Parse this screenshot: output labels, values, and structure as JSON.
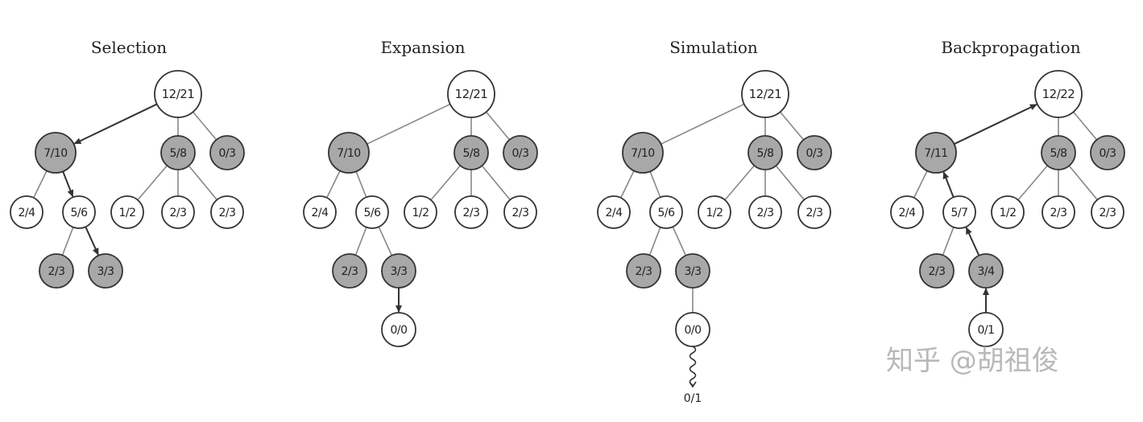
{
  "watermark": "知乎 @胡祖俊",
  "colors": {
    "unvisited_fill": "#ffffff",
    "visited_fill": "#a8a8a8",
    "stroke": "#333333",
    "edge": "#888888",
    "arrow": "#333333"
  },
  "panels": [
    {
      "title": "Selection",
      "nodes": [
        {
          "id": "root",
          "label": "12/21",
          "shade": "white"
        },
        {
          "id": "a",
          "label": "7/10",
          "shade": "gray"
        },
        {
          "id": "b",
          "label": "5/8",
          "shade": "gray"
        },
        {
          "id": "c",
          "label": "0/3",
          "shade": "gray"
        },
        {
          "id": "a1",
          "label": "2/4",
          "shade": "white"
        },
        {
          "id": "a2",
          "label": "5/6",
          "shade": "white"
        },
        {
          "id": "b1",
          "label": "1/2",
          "shade": "white"
        },
        {
          "id": "b2",
          "label": "2/3",
          "shade": "white"
        },
        {
          "id": "b3",
          "label": "2/3",
          "shade": "white"
        },
        {
          "id": "a2a",
          "label": "2/3",
          "shade": "gray"
        },
        {
          "id": "a2b",
          "label": "3/3",
          "shade": "gray"
        }
      ],
      "arrows": [
        [
          "root",
          "a"
        ],
        [
          "a",
          "a2"
        ],
        [
          "a2",
          "a2b"
        ]
      ]
    },
    {
      "title": "Expansion",
      "nodes": [
        {
          "id": "root",
          "label": "12/21",
          "shade": "white"
        },
        {
          "id": "a",
          "label": "7/10",
          "shade": "gray"
        },
        {
          "id": "b",
          "label": "5/8",
          "shade": "gray"
        },
        {
          "id": "c",
          "label": "0/3",
          "shade": "gray"
        },
        {
          "id": "a1",
          "label": "2/4",
          "shade": "white"
        },
        {
          "id": "a2",
          "label": "5/6",
          "shade": "white"
        },
        {
          "id": "b1",
          "label": "1/2",
          "shade": "white"
        },
        {
          "id": "b2",
          "label": "2/3",
          "shade": "white"
        },
        {
          "id": "b3",
          "label": "2/3",
          "shade": "white"
        },
        {
          "id": "a2a",
          "label": "2/3",
          "shade": "gray"
        },
        {
          "id": "a2b",
          "label": "3/3",
          "shade": "gray"
        },
        {
          "id": "new",
          "label": "0/0",
          "shade": "white"
        }
      ],
      "arrows": [
        [
          "a2b",
          "new"
        ]
      ]
    },
    {
      "title": "Simulation",
      "nodes": [
        {
          "id": "root",
          "label": "12/21",
          "shade": "white"
        },
        {
          "id": "a",
          "label": "7/10",
          "shade": "gray"
        },
        {
          "id": "b",
          "label": "5/8",
          "shade": "gray"
        },
        {
          "id": "c",
          "label": "0/3",
          "shade": "gray"
        },
        {
          "id": "a1",
          "label": "2/4",
          "shade": "white"
        },
        {
          "id": "a2",
          "label": "5/6",
          "shade": "white"
        },
        {
          "id": "b1",
          "label": "1/2",
          "shade": "white"
        },
        {
          "id": "b2",
          "label": "2/3",
          "shade": "white"
        },
        {
          "id": "b3",
          "label": "2/3",
          "shade": "white"
        },
        {
          "id": "a2a",
          "label": "2/3",
          "shade": "gray"
        },
        {
          "id": "a2b",
          "label": "3/3",
          "shade": "gray"
        },
        {
          "id": "new",
          "label": "0/0",
          "shade": "white"
        }
      ],
      "arrows": [],
      "rollout_result": "0/1"
    },
    {
      "title": "Backpropagation",
      "nodes": [
        {
          "id": "root",
          "label": "12/22",
          "shade": "white"
        },
        {
          "id": "a",
          "label": "7/11",
          "shade": "gray"
        },
        {
          "id": "b",
          "label": "5/8",
          "shade": "gray"
        },
        {
          "id": "c",
          "label": "0/3",
          "shade": "gray"
        },
        {
          "id": "a1",
          "label": "2/4",
          "shade": "white"
        },
        {
          "id": "a2",
          "label": "5/7",
          "shade": "white"
        },
        {
          "id": "b1",
          "label": "1/2",
          "shade": "white"
        },
        {
          "id": "b2",
          "label": "2/3",
          "shade": "white"
        },
        {
          "id": "b3",
          "label": "2/3",
          "shade": "white"
        },
        {
          "id": "a2a",
          "label": "2/3",
          "shade": "gray"
        },
        {
          "id": "a2b",
          "label": "3/4",
          "shade": "gray"
        },
        {
          "id": "new",
          "label": "0/1",
          "shade": "white"
        }
      ],
      "arrows": [
        [
          "new",
          "a2b"
        ],
        [
          "a2b",
          "a2"
        ],
        [
          "a2",
          "a"
        ],
        [
          "a",
          "root"
        ]
      ]
    }
  ]
}
